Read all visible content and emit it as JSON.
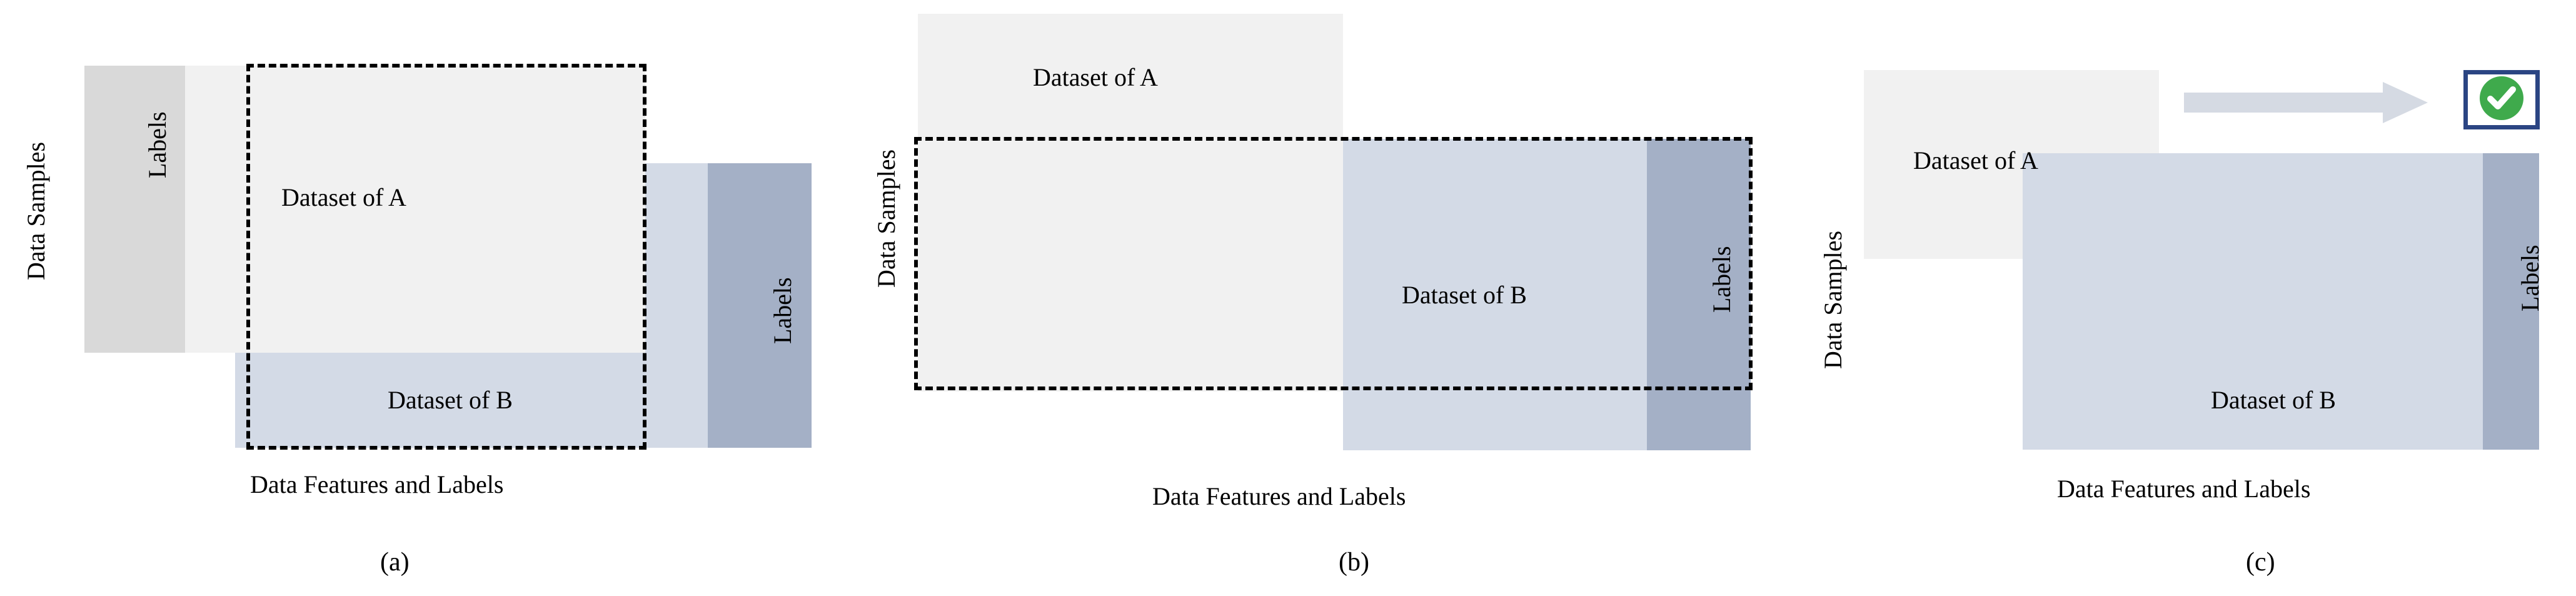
{
  "figure": {
    "background_color": "#ffffff",
    "palette": {
      "labels_gray": "#d9d9d9",
      "dataset_a": "#f1f1f1",
      "dataset_b": "#d3dae6",
      "labels_blue": "#a4b0c6",
      "dashed_border": "#000000",
      "arrow": "#d5dae3",
      "check_green": "#3faa4c",
      "check_border_navy": "#2b4583",
      "text": "#000000"
    }
  },
  "panels": [
    {
      "id": "a",
      "caption": "(a)",
      "y_axis_label": "Data Samples",
      "x_axis_label": "Data Features and Labels",
      "blocks": {
        "labels_left": "Labels",
        "dataset_a": "Dataset of A",
        "dataset_b": "Dataset of B",
        "labels_right": "Labels"
      }
    },
    {
      "id": "b",
      "caption": "(b)",
      "y_axis_label": "Data Samples",
      "x_axis_label": "Data Features and Labels",
      "blocks": {
        "dataset_a": "Dataset of A",
        "dataset_b": "Dataset of B",
        "labels_right": "Labels"
      }
    },
    {
      "id": "c",
      "caption": "(c)",
      "y_axis_label": "Data Samples",
      "x_axis_label": "Data Features and Labels",
      "blocks": {
        "dataset_a": "Dataset of A",
        "dataset_b": "Dataset of B",
        "labels_right": "Labels"
      },
      "arrow_icon": "right-arrow-icon",
      "status_icon": "green-check-circle-icon"
    }
  ]
}
